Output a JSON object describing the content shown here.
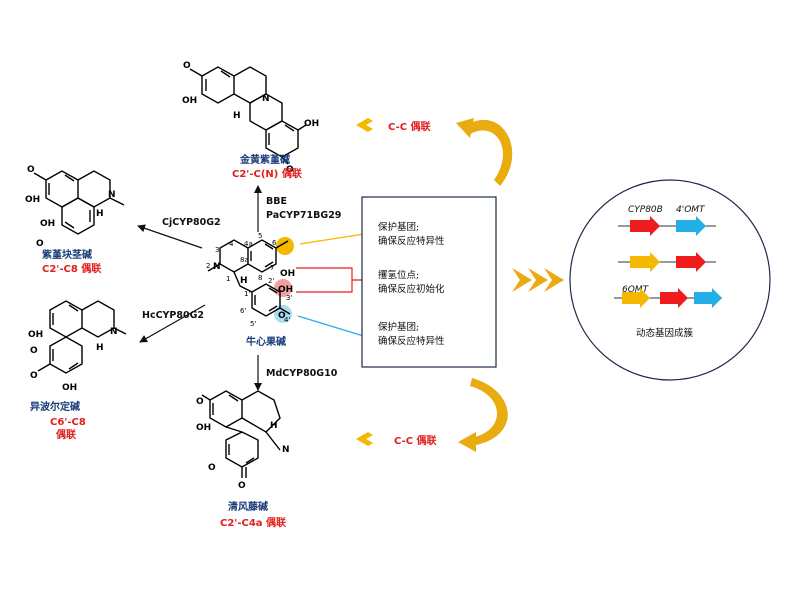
{
  "compounds": {
    "center": {
      "name": "牛心果碱"
    },
    "top": {
      "name": "金黄紫堇碱",
      "coupling": "C2'-C(N) 偶联"
    },
    "left_top": {
      "name": "紫堇块茎碱",
      "coupling": "C2'-C8 偶联"
    },
    "left_bottom": {
      "name": "异波尔定碱",
      "coupling_line1": "C6'-C8",
      "coupling_line2": "偶联"
    },
    "bottom": {
      "name": "清风藤碱",
      "coupling": "C2'-C4a 偶联"
    }
  },
  "enzymes": {
    "top_line1": "BBE",
    "top_line2": "PaCYP71BG29",
    "left_top": "CjCYP80G2",
    "left_bottom": "HcCYP80G2",
    "bottom": "MdCYP80G10"
  },
  "atoms": {
    "OH": "OH",
    "O": "O",
    "N": "N",
    "H": "H",
    "methyl_N": "N",
    "ketone_O": "O",
    "numbers": {
      "n1": "1",
      "n2": "2",
      "n3": "3",
      "n4": "4",
      "n4a": "4a",
      "n5": "5",
      "n6": "6",
      "n7": "7",
      "n8": "8",
      "n8a": "8a",
      "p1": "1'",
      "p2": "2'",
      "p3": "3'",
      "p4": "4'",
      "p5": "5'",
      "p6": "6'"
    }
  },
  "info_box": {
    "item1_line1": "保护基团;",
    "item1_line2": "确保反应特异性",
    "item2_line1": "攫氢位点;",
    "item2_line2": "确保反应初始化",
    "item3_line1": "保护基团;",
    "item3_line2": "确保反应特异性"
  },
  "cc_labels": {
    "upper": "C-C 偶联",
    "lower": "C-C 偶联"
  },
  "gene_cluster": {
    "gene1": "CYP80B",
    "gene2": "4'OMT",
    "gene3": "6OMT",
    "caption": "动态基因成簇"
  },
  "colors": {
    "orange": "#f5b800",
    "red": "#ee1c1c",
    "blue": "#23aee5",
    "gold_arrow": "#e8ac10",
    "label_red": "#e0201c",
    "name_blue": "#1a3c7a"
  }
}
